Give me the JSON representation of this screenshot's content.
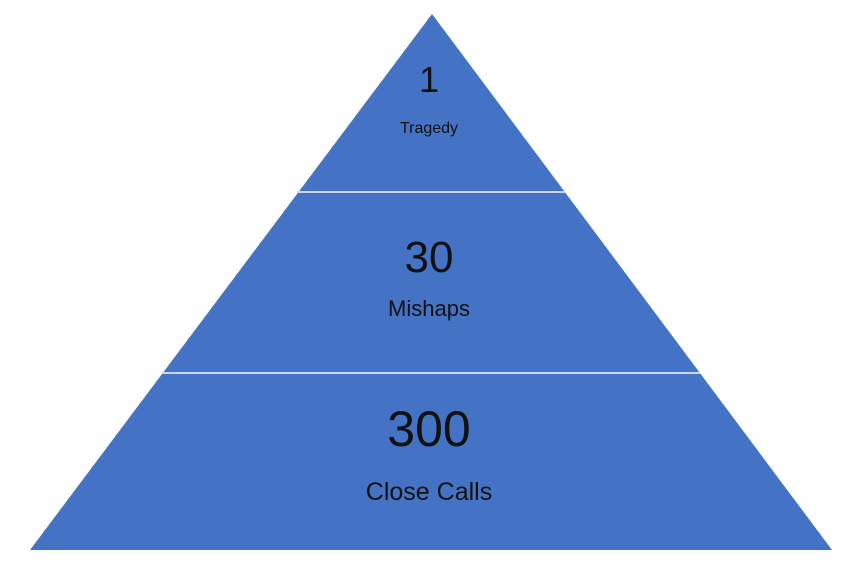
{
  "colors": {
    "tier_fill": "#4472C4",
    "divider": "#C9D6EE",
    "text": "#111111",
    "background": "#FFFFFF"
  },
  "tiers": [
    {
      "value": "1",
      "label": "Tragedy"
    },
    {
      "value": "30",
      "label": "Mishaps"
    },
    {
      "value": "300",
      "label": "Close Calls"
    }
  ]
}
